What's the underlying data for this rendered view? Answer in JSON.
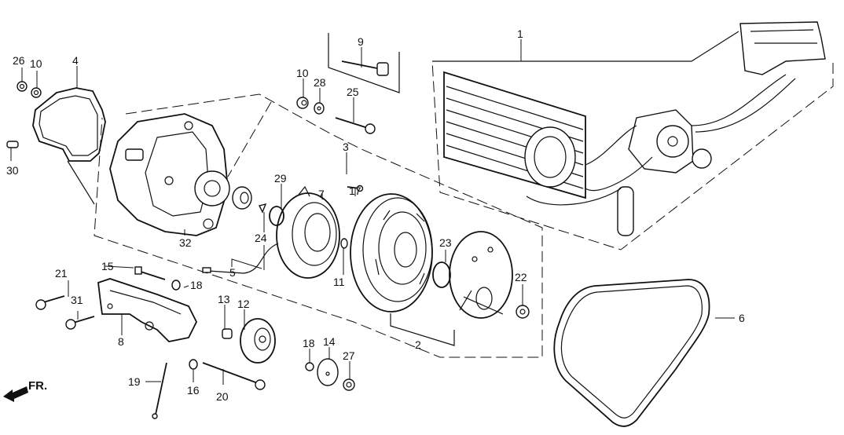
{
  "diagram": {
    "title": "A/C Compressor Exploded View",
    "front_indicator": "FR.",
    "callouts": [
      {
        "id": "1",
        "label": "1"
      },
      {
        "id": "2",
        "label": "2"
      },
      {
        "id": "3",
        "label": "3"
      },
      {
        "id": "4",
        "label": "4"
      },
      {
        "id": "5",
        "label": "5"
      },
      {
        "id": "6",
        "label": "6"
      },
      {
        "id": "7",
        "label": "7"
      },
      {
        "id": "8",
        "label": "8"
      },
      {
        "id": "9",
        "label": "9"
      },
      {
        "id": "10a",
        "label": "10"
      },
      {
        "id": "10b",
        "label": "10"
      },
      {
        "id": "11",
        "label": "11"
      },
      {
        "id": "12",
        "label": "12"
      },
      {
        "id": "13",
        "label": "13"
      },
      {
        "id": "14",
        "label": "14"
      },
      {
        "id": "15",
        "label": "15"
      },
      {
        "id": "16",
        "label": "16"
      },
      {
        "id": "17",
        "label": "17"
      },
      {
        "id": "18a",
        "label": "18"
      },
      {
        "id": "18b",
        "label": "18"
      },
      {
        "id": "19",
        "label": "19"
      },
      {
        "id": "20",
        "label": "20"
      },
      {
        "id": "21",
        "label": "21"
      },
      {
        "id": "22",
        "label": "22"
      },
      {
        "id": "23",
        "label": "23"
      },
      {
        "id": "24",
        "label": "24"
      },
      {
        "id": "25",
        "label": "25"
      },
      {
        "id": "26",
        "label": "26"
      },
      {
        "id": "27",
        "label": "27"
      },
      {
        "id": "28",
        "label": "28"
      },
      {
        "id": "29",
        "label": "29"
      },
      {
        "id": "30",
        "label": "30"
      },
      {
        "id": "31",
        "label": "31"
      },
      {
        "id": "32",
        "label": "32"
      }
    ]
  }
}
